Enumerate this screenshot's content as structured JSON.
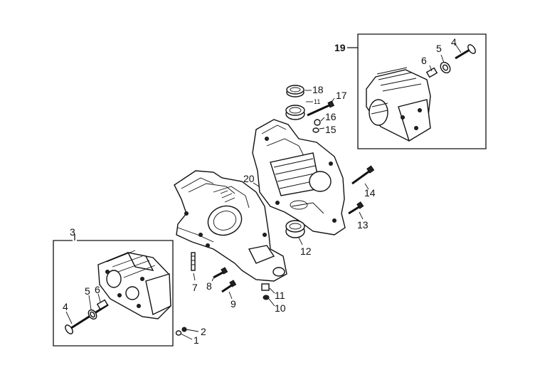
{
  "labels": {
    "p1": "1",
    "p2": "2",
    "p3": "3",
    "p4_left": "4",
    "p5_left": "5",
    "p6_left": "6",
    "p7": "7",
    "p8": "8",
    "p9": "9",
    "p10": "10",
    "p11_bottom": "11",
    "p12": "12",
    "p13": "13",
    "p14": "14",
    "p15": "15",
    "p16": "16",
    "p17": "17",
    "p11_top": "11",
    "p18": "18",
    "p19": "19",
    "p20": "20",
    "p4_right": "4",
    "p5_right": "5",
    "p6_right": "6"
  },
  "colors": {
    "ink": "#111111",
    "paper": "#ffffff"
  }
}
